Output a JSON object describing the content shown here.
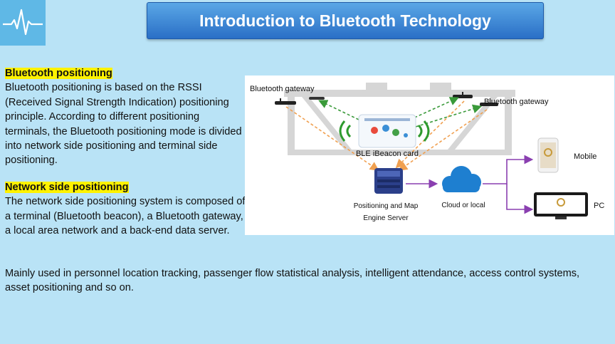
{
  "header": {
    "title": "Introduction to Bluetooth Technology"
  },
  "logo": {
    "icon": "heartbeat-icon"
  },
  "section1": {
    "heading": "Bluetooth positioning",
    "body": "Bluetooth positioning is based on the RSSI (Received Signal Strength Indication) positioning principle. According to different positioning terminals, the Bluetooth positioning mode is divided into network side positioning and terminal side positioning."
  },
  "section2": {
    "heading": "Network side positioning",
    "body": "The network side positioning system is composed of a terminal (Bluetooth beacon), a Bluetooth gateway, a local area network and a back-end data server."
  },
  "footer_text": "Mainly used in personnel location tracking, passenger flow statistical analysis, intelligent attendance, access control systems, asset positioning and so on.",
  "diagram": {
    "gateway_left": "Bluetooth gateway",
    "gateway_right": "Bluetooth gateway",
    "card": "BLE iBeacon card",
    "server_line1": "Positioning and Map",
    "server_line2": "Engine Server",
    "cloud": "Cloud or local",
    "mobile": "Mobile",
    "pc": "PC"
  }
}
